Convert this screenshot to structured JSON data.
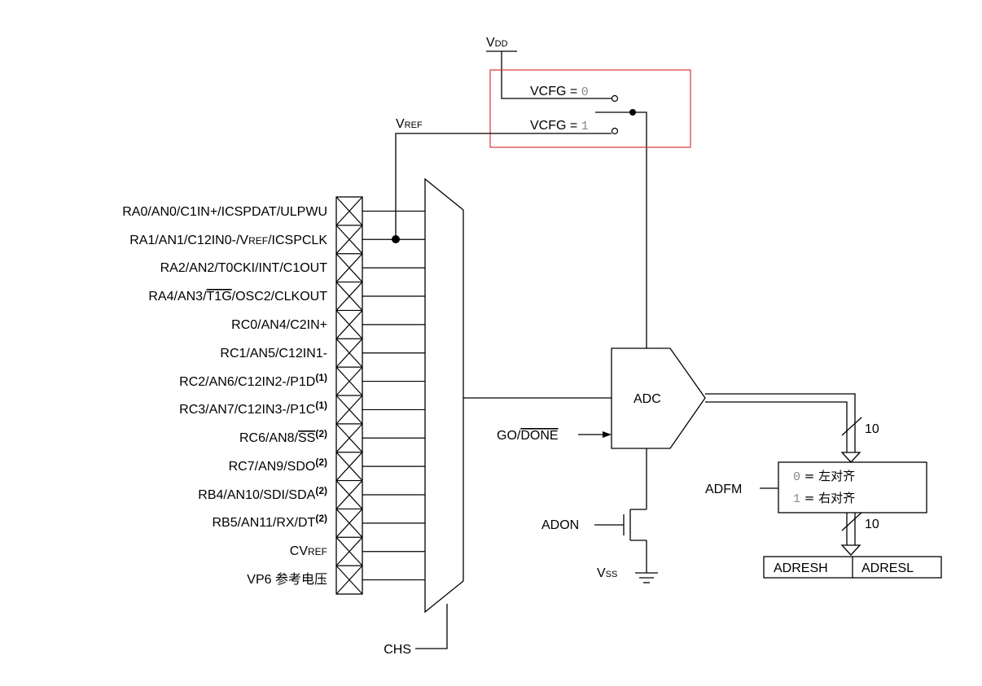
{
  "vdd": {
    "main": "V",
    "sub": "DD"
  },
  "vref": {
    "main": "V",
    "sub": "REF"
  },
  "vcfg0": {
    "label": "VCFG = ",
    "value": "0"
  },
  "vcfg1": {
    "label": "VCFG = ",
    "value": "1"
  },
  "pins": [
    {
      "text": "RA0/AN0/C1IN+/ICSPDAT/ULPWU"
    },
    {
      "pre": "RA1/AN1/C12IN0-/V",
      "small": "REF",
      "post": "/ICSPCLK"
    },
    {
      "text": "RA2/AN2/T0CKI/INT/C1OUT"
    },
    {
      "pre": "RA4/AN3/",
      "over": "T1G",
      "post": "/OSC2/CLKOUT"
    },
    {
      "text": "RC0/AN4/C2IN+"
    },
    {
      "text": "RC1/AN5/C12IN1-"
    },
    {
      "text": "RC2/AN6/C12IN2-/P1D",
      "note": "(1)"
    },
    {
      "text": "RC3/AN7/C12IN3-/P1C",
      "note": "(1)"
    },
    {
      "pre": "RC6/AN8/",
      "over": "SS",
      "note": "(2)"
    },
    {
      "text": "RC7/AN9/SDO",
      "note": "(2)"
    },
    {
      "text": "RB4/AN10/SDI/SDA",
      "note": "(2)"
    },
    {
      "text": "RB5/AN11/RX/DT",
      "note": "(2)"
    },
    {
      "pre": "CV",
      "small": "REF"
    },
    {
      "text": "VP6 参考电压"
    }
  ],
  "chs": "CHS",
  "adc": "ADC",
  "go_done": {
    "pre": "GO/",
    "over": "DONE"
  },
  "adon": "ADON",
  "vss": {
    "main": "V",
    "sub": "SS"
  },
  "bus_width_1": "10",
  "bus_width_2": "10",
  "adfm": {
    "label": "ADFM",
    "opt0_value": "0",
    "opt0_text": " = 左对齐",
    "opt1_value": "1",
    "opt1_text": " = 右对齐"
  },
  "adresh": "ADRESH",
  "adresl": "ADRESL",
  "highlight_color": "#d9363e"
}
